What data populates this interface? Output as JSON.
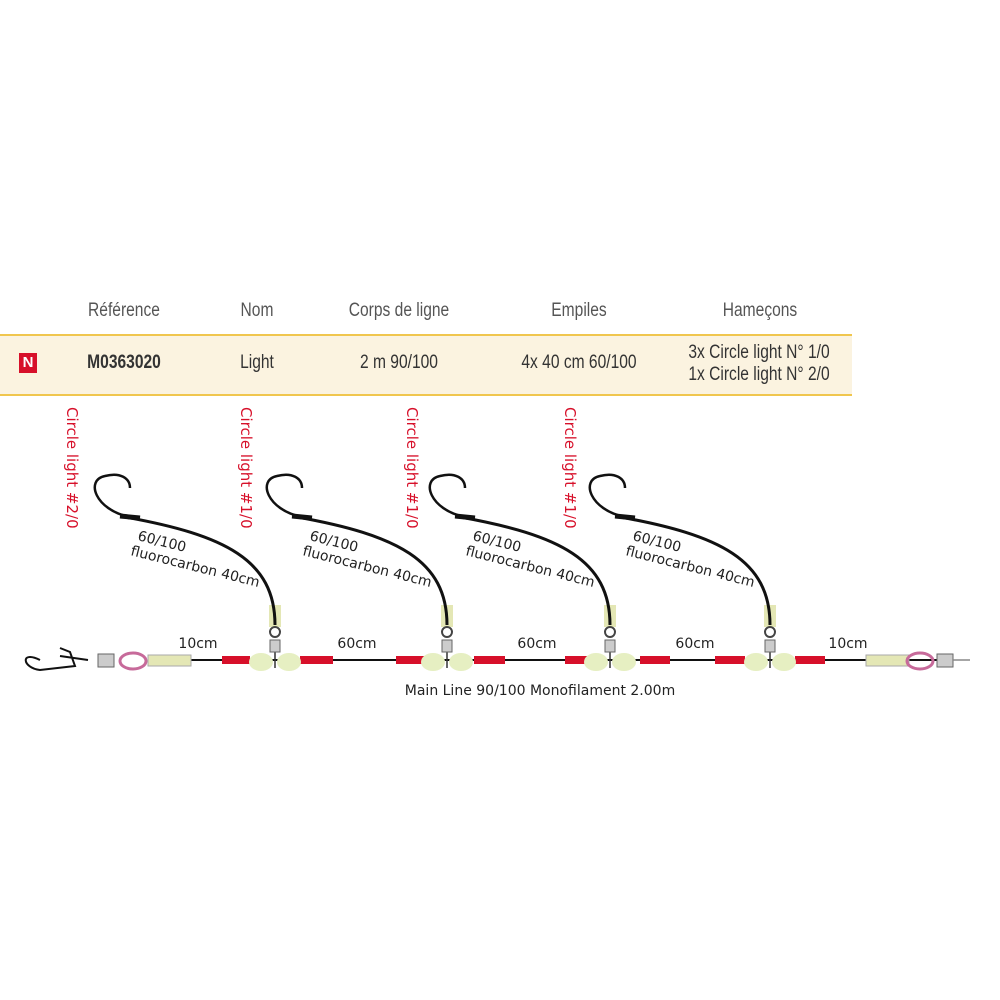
{
  "table": {
    "headers": [
      "Référence",
      "Nom",
      "Corps de ligne",
      "Empiles",
      "Hameçons"
    ],
    "badge": "N",
    "row": {
      "reference": "M0363020",
      "nom": "Light",
      "corps": "2 m 90/100",
      "empiles": "4x 40 cm 60/100",
      "hamecons": [
        "3x Circle light N° 1/0",
        "1x Circle light N° 2/0"
      ]
    }
  },
  "diagram": {
    "hook_labels": [
      "Circle light #2/0",
      "Circle light #1/0",
      "Circle light #1/0",
      "Circle light #1/0"
    ],
    "leader_line1": "60/100",
    "leader_line2": "fluorocarbon 40cm",
    "segment_labels": [
      "10cm",
      "60cm",
      "60cm",
      "60cm",
      "10cm"
    ],
    "main_line": "Main Line 90/100 Monofilament 2.00m",
    "colors": {
      "accent": "#d7102a",
      "band": "#fbf3e0",
      "band_border": "#f0c64e",
      "bead": "#e6efc2"
    }
  }
}
